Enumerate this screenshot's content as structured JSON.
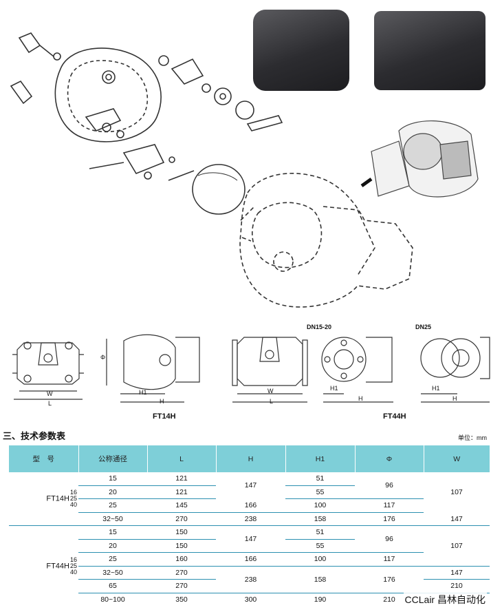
{
  "drawings": {
    "ft14h_caption": "FT14H",
    "ft44h_caption": "FT44H",
    "dn15_20": "DN15-20",
    "dn25": "DN25",
    "dim_w": "W",
    "dim_l": "L",
    "dim_h": "H",
    "dim_h1": "H1",
    "dim_phi": "Φ"
  },
  "section_title": "三、技术参数表",
  "unit": "单位：mm",
  "table": {
    "headers": [
      "型　号",
      "公称通径",
      "L",
      "H",
      "H1",
      "Φ",
      "W"
    ],
    "ft14h": {
      "model": "FT14H",
      "pn": [
        "16",
        "25",
        "40"
      ],
      "dn": [
        "15",
        "20",
        "25",
        "32~50"
      ],
      "l": [
        "121",
        "121",
        "145",
        "270"
      ],
      "h_a": "147",
      "h_b": "166",
      "h_c": "238",
      "h1": [
        "51",
        "55",
        "100",
        "158"
      ],
      "phi_a": "96",
      "phi_b": "117",
      "phi_c": "176",
      "w_a": "107",
      "w_b": "147"
    },
    "ft44h": {
      "model": "FT44H",
      "pn": [
        "16",
        "25",
        "40"
      ],
      "dn": [
        "15",
        "20",
        "25",
        "32~50",
        "65",
        "80~100"
      ],
      "l": [
        "150",
        "150",
        "160",
        "270",
        "270",
        "350"
      ],
      "h_a": "147",
      "h_b": "166",
      "h_c": "238",
      "h_d": "300",
      "h1_a": "51",
      "h1_b": "55",
      "h1_c": "100",
      "h1_d": "158",
      "h1_e": "190",
      "phi_a": "96",
      "phi_b": "117",
      "phi_c": "176",
      "phi_d": "210",
      "w_a": "107",
      "w_b": "147",
      "w_c": "210",
      "w_d": "210"
    }
  },
  "watermark": "CCLair 昌林自动化"
}
